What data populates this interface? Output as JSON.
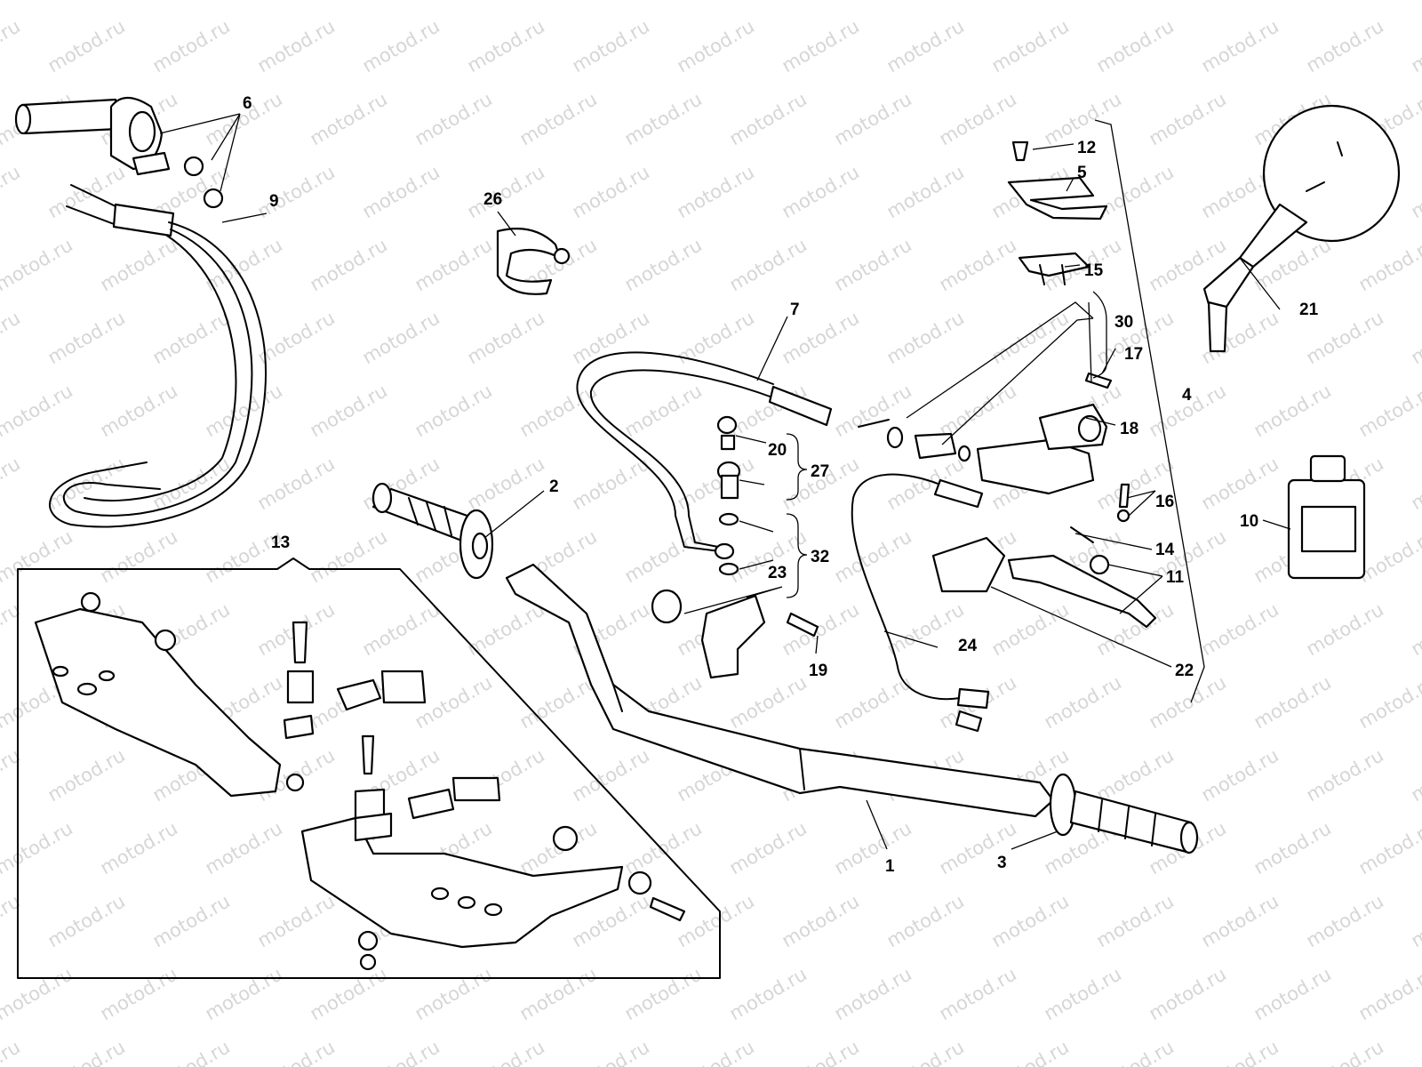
{
  "watermark": {
    "text": "motod.ru"
  },
  "callouts": {
    "c1": "1",
    "c2": "2",
    "c3": "3",
    "c4": "4",
    "c5": "5",
    "c6": "6",
    "c7": "7",
    "c9": "9",
    "c10": "10",
    "c11": "11",
    "c12": "12",
    "c13": "13",
    "c14": "14",
    "c15": "15",
    "c16": "16",
    "c17": "17",
    "c18": "18",
    "c19": "19",
    "c20": "20",
    "c21": "21",
    "c22": "22",
    "c23": "23",
    "c24": "24",
    "c26": "26",
    "c27": "27",
    "c30": "30",
    "c32": "32"
  }
}
